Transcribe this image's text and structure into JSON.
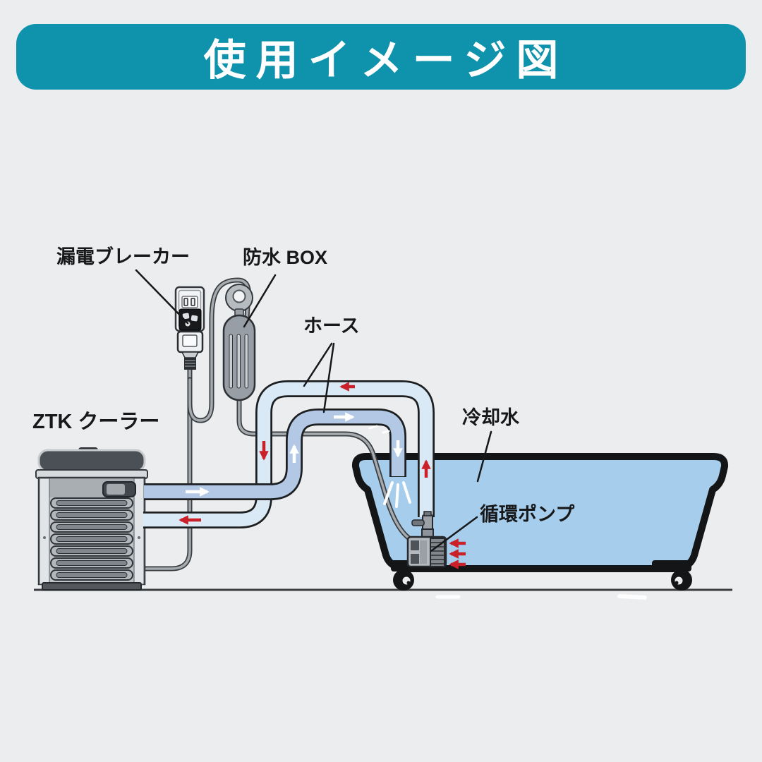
{
  "title": "使用イメージ図",
  "labels": {
    "breaker": "漏電ブレーカー",
    "waterproof_box": "防水 BOX",
    "hose": "ホース",
    "cooler": "ZTK クーラー",
    "cooling_water": "冷却水",
    "circulation_pump": "循環ポンプ"
  },
  "colors": {
    "banner_teal": "#0f93ad",
    "background": "#ebedee",
    "water_blue": "#a6cdec",
    "supply_hose_blue": "#b3c8e5",
    "return_hose_blue": "#d9eaf6",
    "warm_flow_arrow_red": "#c9202a",
    "cold_flow_arrow_white": "#ffffff",
    "outline_black": "#141517"
  }
}
